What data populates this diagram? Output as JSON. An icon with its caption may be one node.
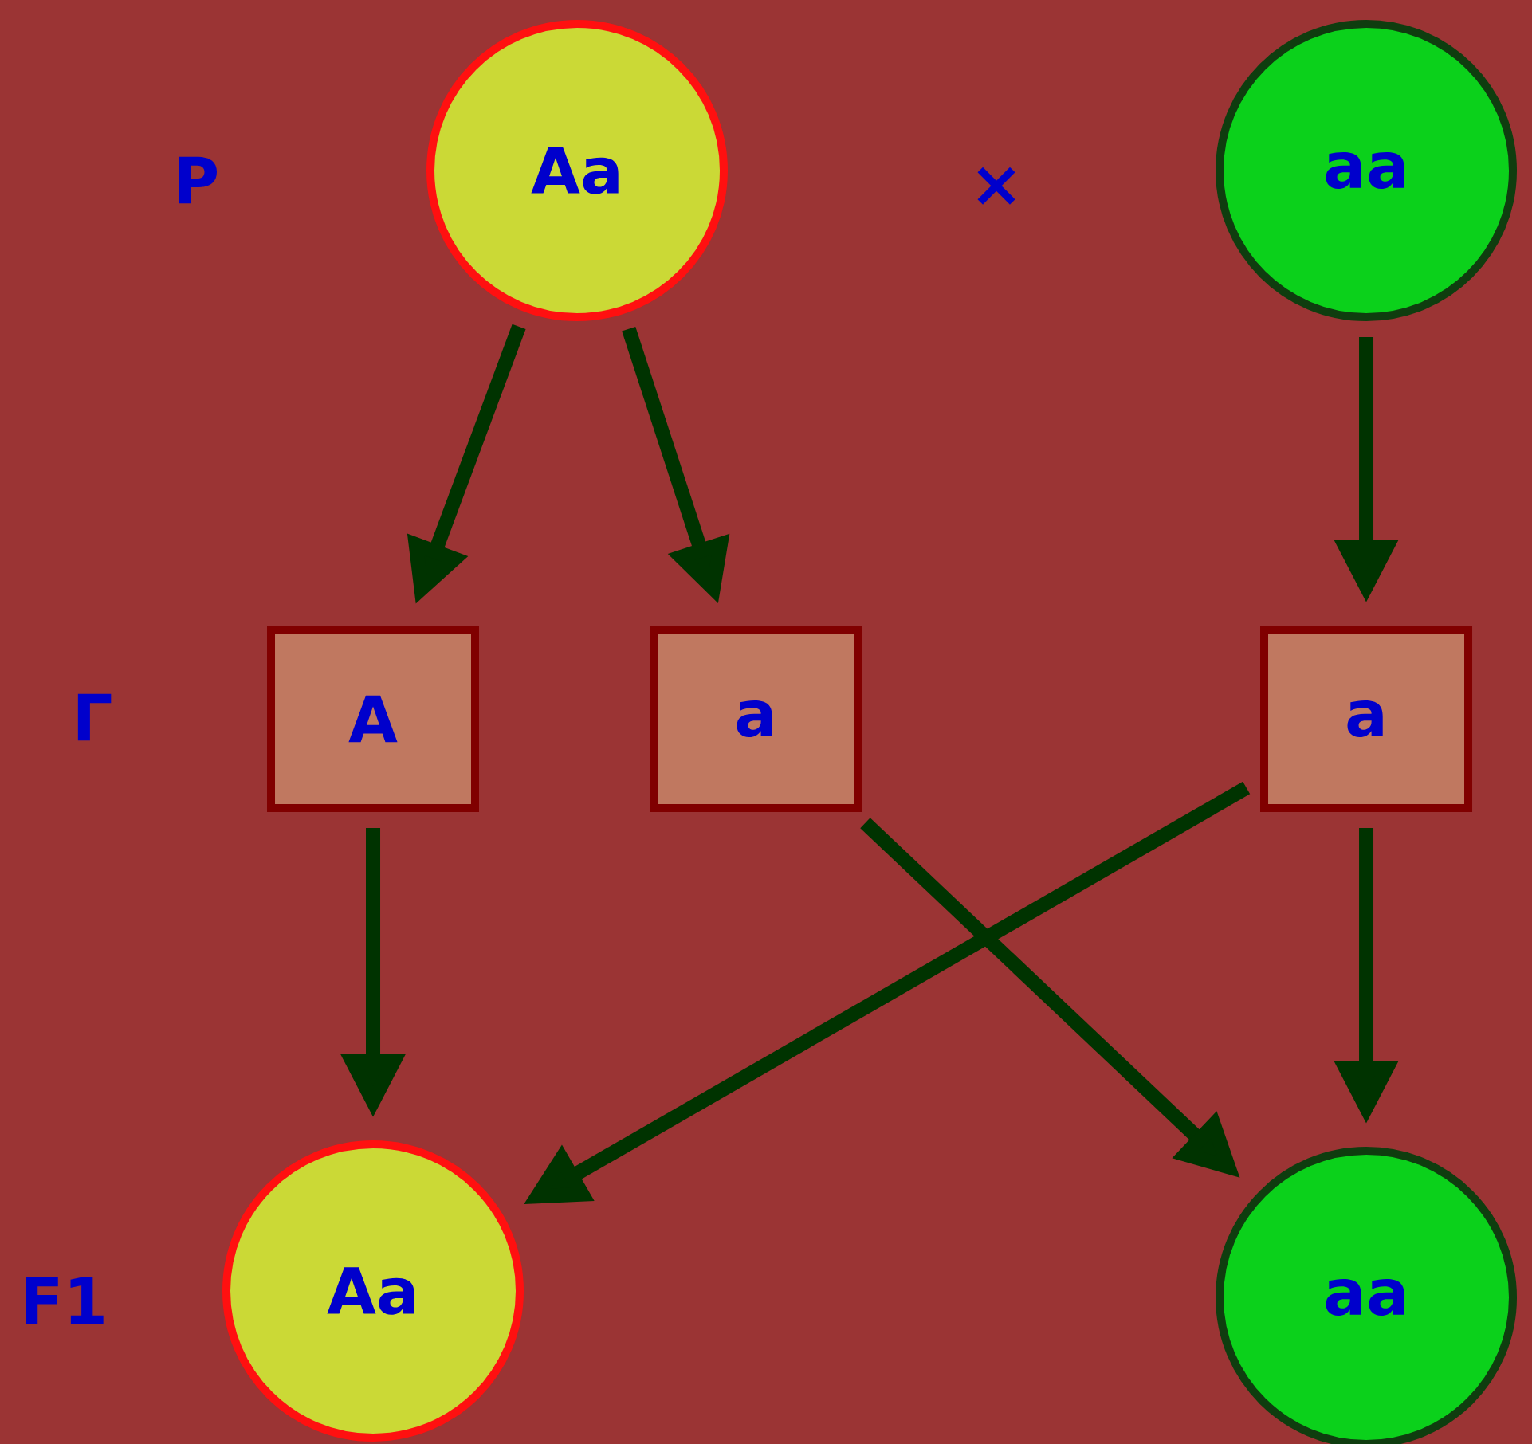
{
  "diagram": {
    "nodes": [
      {
        "text": [
          "Aa"
        ]
      },
      {
        "text": [
          "aa"
        ]
      },
      {
        "text": [
          "A"
        ]
      },
      {
        "text": [
          "a"
        ]
      },
      {
        "text": [
          "a"
        ]
      },
      {
        "text": [
          "Aa"
        ]
      },
      {
        "text": [
          "aa"
        ]
      }
    ],
    "edges": [
      {
        "from": 0,
        "to": 2,
        "arrow": "to"
      },
      {
        "from": 0,
        "to": 3,
        "arrow": "to"
      },
      {
        "from": 1,
        "to": 4,
        "arrow": "to"
      },
      {
        "from": 2,
        "to": 5,
        "arrow": "to"
      },
      {
        "from": 3,
        "to": 6,
        "arrow": "to"
      },
      {
        "from": 4,
        "to": 5,
        "arrow": "to"
      },
      {
        "from": 4,
        "to": 6,
        "arrow": "to"
      }
    ],
    "labels": [
      "P",
      "×",
      "Г",
      "F1"
    ]
  }
}
